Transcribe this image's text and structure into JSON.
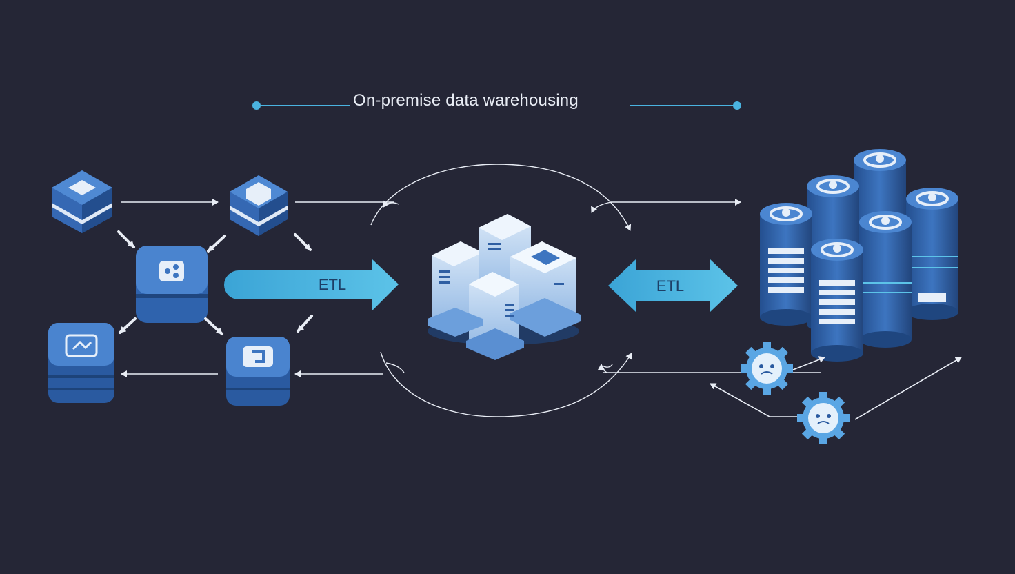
{
  "header": {
    "title": "On-premise data warehousing"
  },
  "flows": {
    "left_etl_label": "ETL",
    "right_etl_label": "ETL"
  },
  "colors": {
    "background": "#252636",
    "accent_cyan": "#4ab3e0",
    "block_blue": "#3d75c0",
    "block_dark": "#244f8f",
    "connector_white": "#e9edf5"
  },
  "icons": {
    "source_nodes": "database-block-icon",
    "warehouse": "warehouse-building-icon",
    "storage": "cylinder-database-icon",
    "process": "gear-icon"
  }
}
